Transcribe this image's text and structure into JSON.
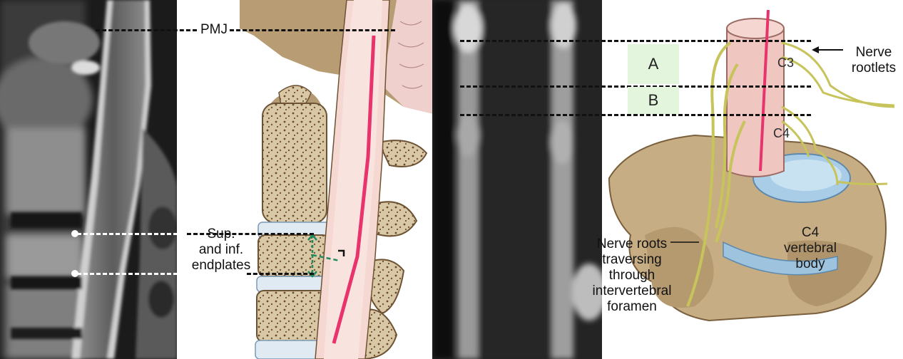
{
  "labels": {
    "pmj": "PMJ",
    "endplates": "Sup.\nand inf.\nendplates",
    "region_a": "A",
    "region_b": "B",
    "c3": "C3",
    "c4": "C4",
    "nerve_rootlets": "Nerve\nrootlets",
    "c4_vertebral_body": "C4 vertebral\nbody",
    "nerve_roots": "Nerve roots\ntraversing\nthrough\nintervertebral\nforamen"
  },
  "colors": {
    "cord_midline": "#e8336d",
    "region_fill": "#e3f5dc",
    "bone": "#c9b28a",
    "disc": "#9ec3de",
    "nerve": "#d8d87a",
    "cord": "#f2c9c4",
    "endplate_marker": "#1f8a5e"
  }
}
